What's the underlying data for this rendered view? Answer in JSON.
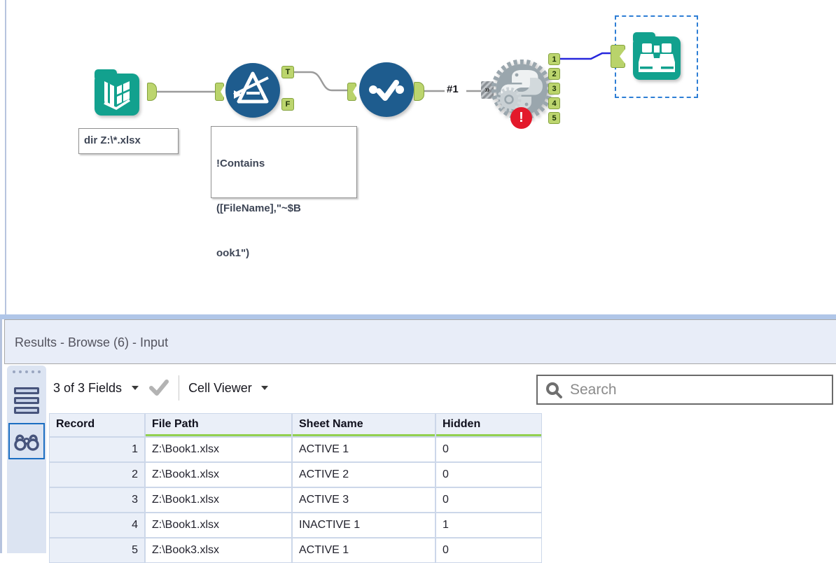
{
  "canvas": {
    "input_tool": {
      "annotation": "dir Z:\\*.xlsx"
    },
    "filter_tool": {
      "annotation_lines": [
        "!Contains",
        "([FileName],\"~$B",
        "ook1\")"
      ],
      "true_anchor": "T",
      "false_anchor": "F"
    },
    "connection_label": "#1",
    "python_tool": {
      "outputs": [
        "1",
        "2",
        "3",
        "4",
        "5"
      ],
      "error_badge": "!"
    }
  },
  "results_panel": {
    "title": "Results - Browse (6) - Input",
    "toolbar": {
      "fields_dropdown": "3 of 3 Fields",
      "cell_viewer_dropdown": "Cell Viewer",
      "search_placeholder": "Search"
    },
    "table": {
      "columns": [
        "Record",
        "File Path",
        "Sheet Name",
        "Hidden"
      ],
      "rows": [
        [
          "1",
          "Z:\\Book1.xlsx",
          "ACTIVE 1",
          "0"
        ],
        [
          "2",
          "Z:\\Book1.xlsx",
          "ACTIVE 2",
          "0"
        ],
        [
          "3",
          "Z:\\Book1.xlsx",
          "ACTIVE 3",
          "0"
        ],
        [
          "4",
          "Z:\\Book1.xlsx",
          "INACTIVE 1",
          "1"
        ],
        [
          "5",
          "Z:\\Book3.xlsx",
          "ACTIVE 1",
          "0"
        ]
      ]
    }
  },
  "colors": {
    "tool_teal": "#12a18e",
    "tool_blue": "#1e5c8e",
    "anchor_green": "#bcd56e",
    "anchor_border": "#84a23e",
    "python_gray": "#9aa6ad",
    "error_red": "#e3192b",
    "wire_gray": "#9b9b9b",
    "selected_wire_blue": "#2727dd",
    "selection_box_blue": "#2e7ed5",
    "header_underline_green": "#92d050",
    "splitter_blue": "#b0c6e8",
    "title_bar_bg": "#e8edf8"
  }
}
